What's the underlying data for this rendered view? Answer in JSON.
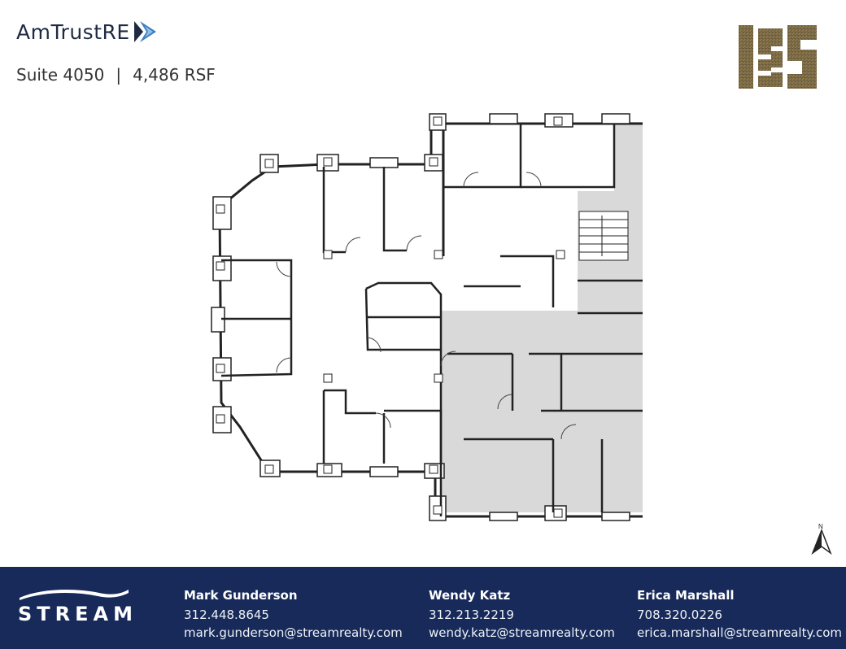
{
  "brand": {
    "logo_text": "AmTrustRE",
    "accent_color": "#3b7fc4",
    "navy_color": "#1e2a44"
  },
  "suite": {
    "label": "Suite 4050",
    "separator": "|",
    "area": "4,486 RSF"
  },
  "building_logo": {
    "text": "135",
    "icon": "building-135-logo"
  },
  "north_arrow": {
    "label": "N"
  },
  "footer": {
    "background": "#172a5a",
    "company": "STREAM",
    "contacts": [
      {
        "name": "Mark Gunderson",
        "phone": "312.448.8645",
        "email": "mark.gunderson@streamrealty.com"
      },
      {
        "name": "Wendy Katz",
        "phone": "312.213.2219",
        "email": "wendy.katz@streamrealty.com"
      },
      {
        "name": "Erica Marshall",
        "phone": "708.320.0226",
        "email": "erica.marshall@streamrealty.com"
      }
    ]
  }
}
